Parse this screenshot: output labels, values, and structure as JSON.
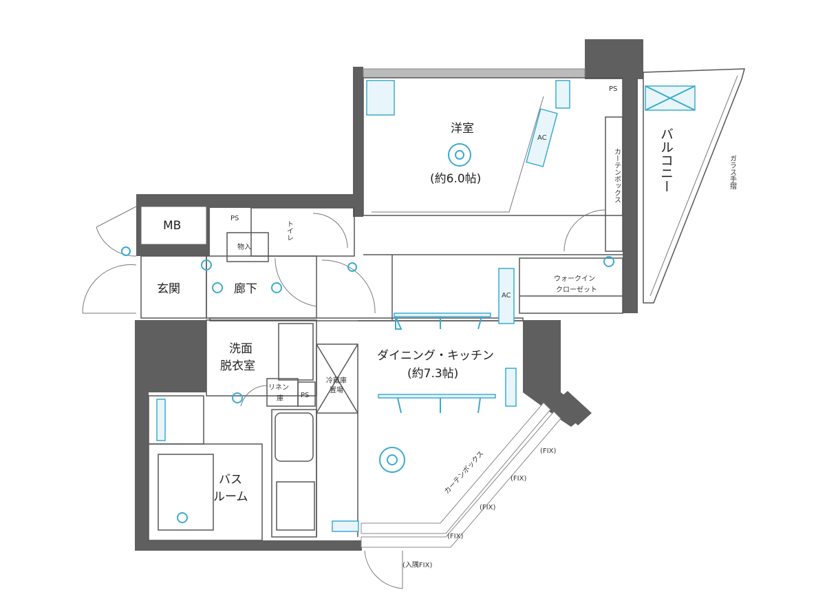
{
  "rooms": {
    "western_room": {
      "name": "洋室",
      "size": "(約6.0帖)"
    },
    "balcony": "バルコニー",
    "curtain_box_1": "カーテンボックス",
    "glass_railing": "ガラス手摺",
    "walk_in_closet": [
      "ウォークイン",
      "クローゼット"
    ],
    "mb": "MB",
    "ps_1": "PS",
    "storage": "物入",
    "toilet": "トイレ",
    "entrance": "玄関",
    "hallway": "廊下",
    "washroom": [
      "洗面",
      "脱衣室"
    ],
    "dining_kitchen": {
      "name": "ダイニング・キッチン",
      "size": "(約7.3帖)"
    },
    "fridge_space": [
      "冷蔵庫",
      "置場"
    ],
    "linen": [
      "リネン",
      "庫"
    ],
    "ps_2": "PS",
    "ps_3": "PS",
    "bathroom": [
      "バス",
      "ルーム"
    ],
    "curtain_box_2": "カーテンボックス"
  },
  "windows": {
    "fix_1": "(FIX)",
    "fix_2": "(FIX)",
    "fix_3": "(FIX)",
    "fix_4": "(FIX)",
    "corner_fix": "(入隅FIX)"
  },
  "equipment": {
    "ac_1": "AC",
    "ac_2": "AC"
  },
  "colors": {
    "wall": "#5f5f5f",
    "equipment": "#3aaad0",
    "line": "#555555"
  }
}
